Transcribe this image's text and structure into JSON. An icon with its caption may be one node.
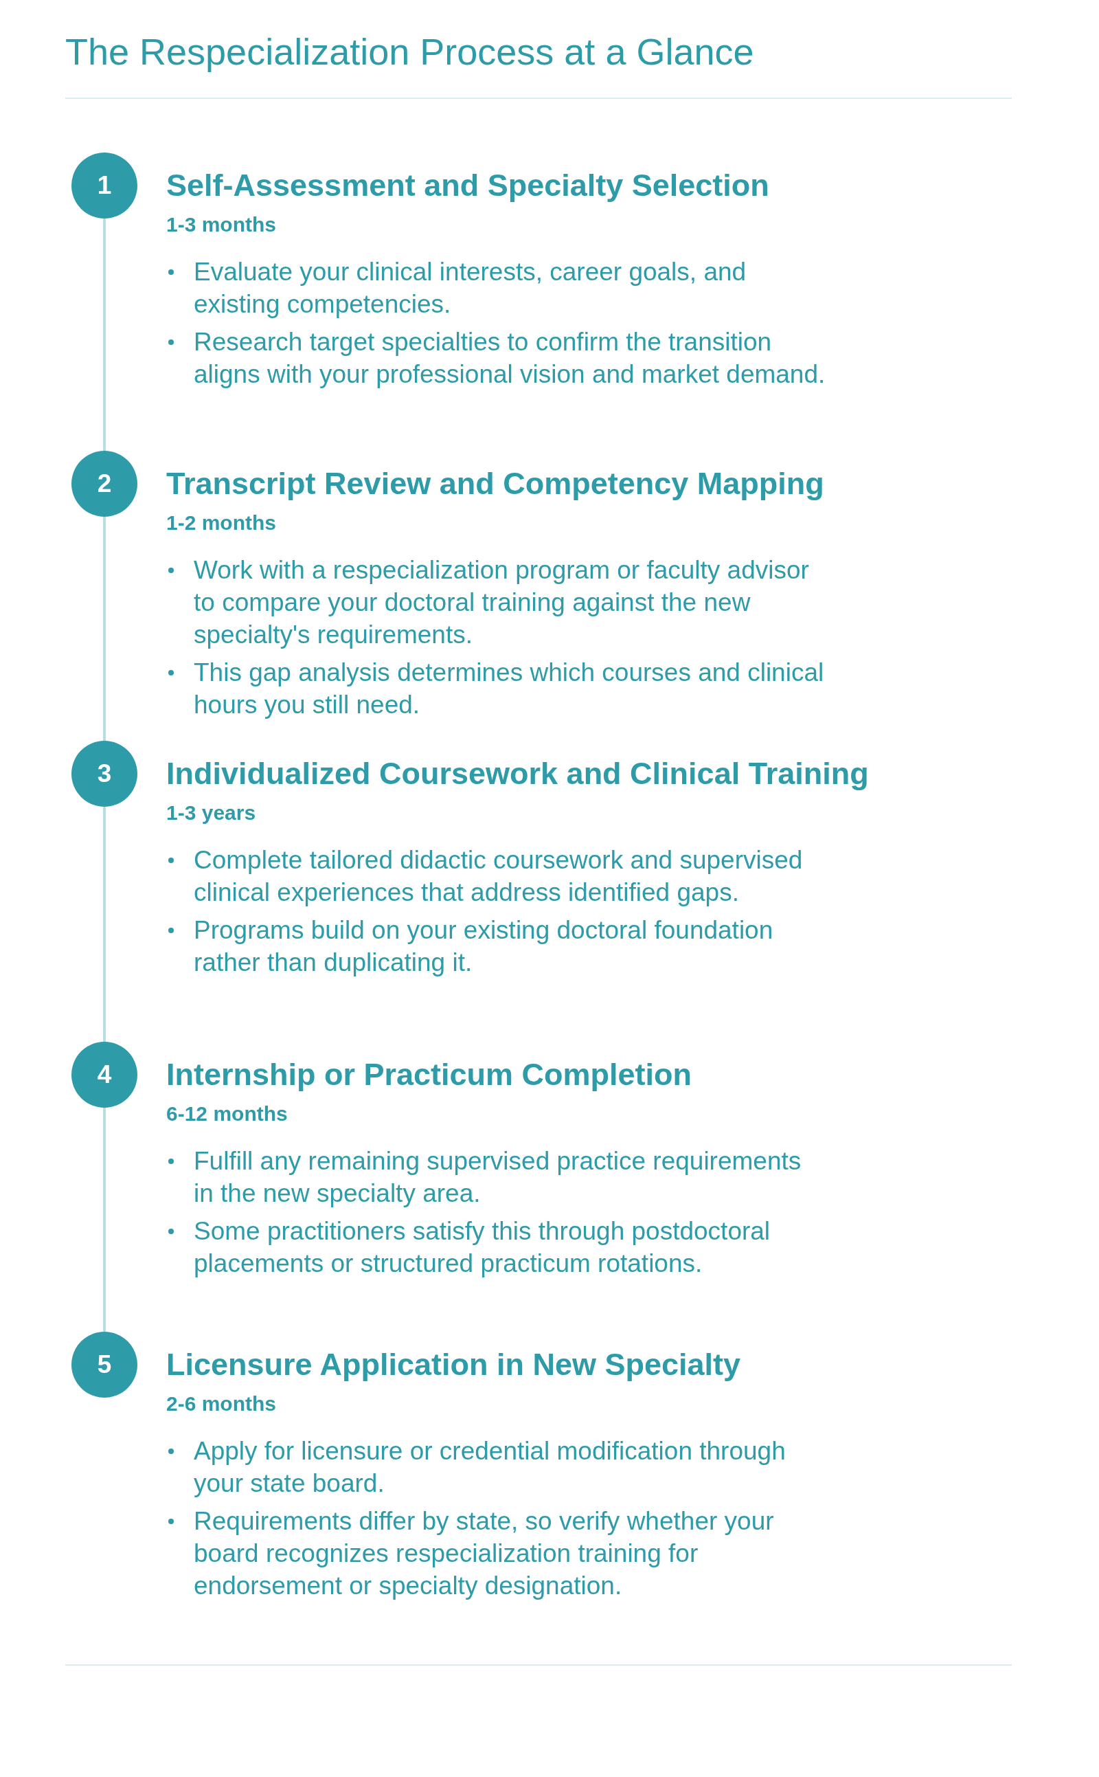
{
  "diagram": {
    "title": "The Respecialization Process at a Glance",
    "nodes": [
      {
        "text": [
          "1"
        ],
        "beside": [
          "Self-Assessment and Specialty Selection",
          "1-3 months",
          "Evaluate your clinical interests, career goals, and existing competencies.",
          "Research target specialties to confirm the transition aligns with your professional vision and market demand."
        ]
      },
      {
        "text": [
          "2"
        ],
        "beside": [
          "Transcript Review and Competency Mapping",
          "1-2 months",
          "Work with a respecialization program or faculty advisor to compare your doctoral training against the new specialty's requirements.",
          "This gap analysis determines which courses and clinical hours you still need."
        ]
      },
      {
        "text": [
          "3"
        ],
        "beside": [
          "Individualized Coursework and Clinical Training",
          "1-3 years",
          "Complete tailored didactic coursework and supervised clinical experiences that address identified gaps.",
          "Programs build on your existing doctoral foundation rather than duplicating it."
        ]
      },
      {
        "text": [
          "4"
        ],
        "beside": [
          "Internship or Practicum Completion",
          "6-12 months",
          "Fulfill any remaining supervised practice requirements in the new specialty area.",
          "Some practitioners satisfy this through postdoctoral placements or structured practicum rotations."
        ]
      },
      {
        "text": [
          "5"
        ],
        "beside": [
          "Licensure Application in New Specialty",
          "2-6 months",
          "Apply for licensure or credential modification through your state board.",
          "Requirements differ by state, so verify whether your board recognizes respecialization training for endorsement or specialty designation."
        ]
      }
    ],
    "edges": [
      {
        "from": 0,
        "to": 1,
        "arrow": "none"
      },
      {
        "from": 1,
        "to": 2,
        "arrow": "none"
      },
      {
        "from": 2,
        "to": 3,
        "arrow": "none"
      },
      {
        "from": 3,
        "to": 4,
        "arrow": "none"
      }
    ]
  }
}
